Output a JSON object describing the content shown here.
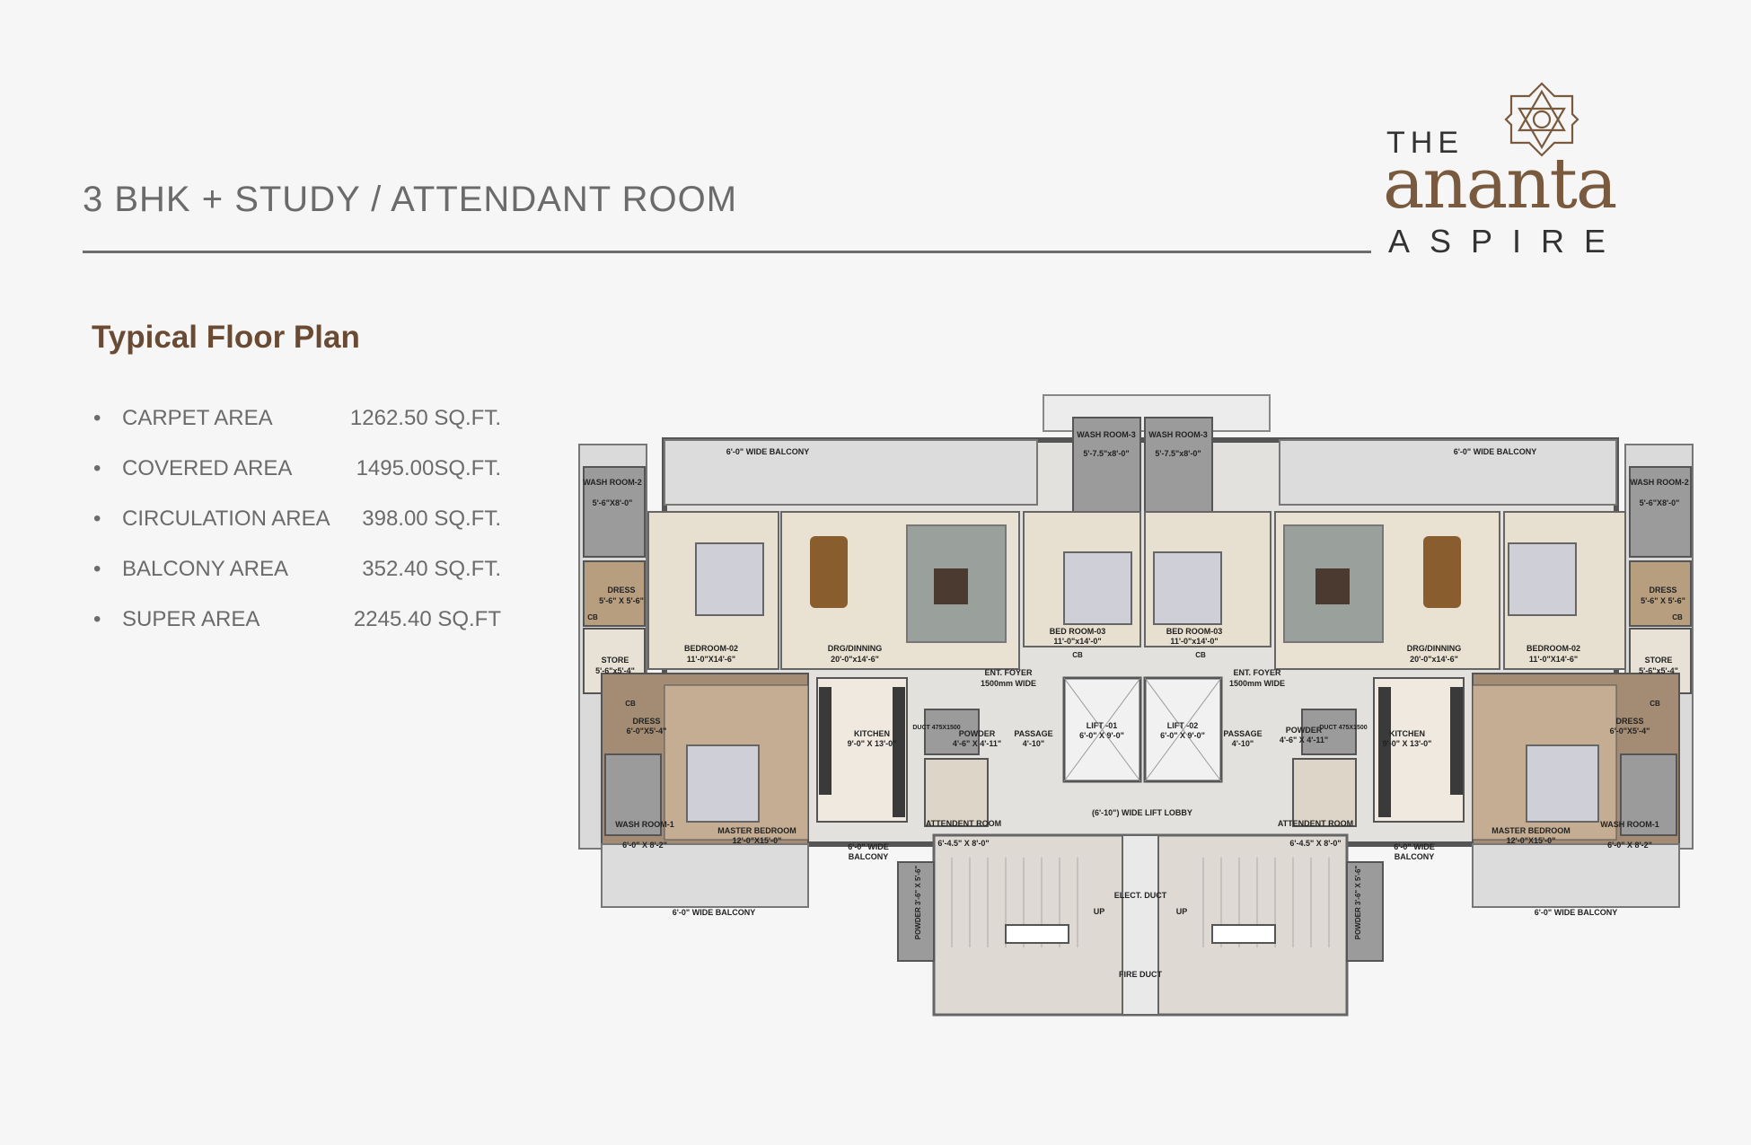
{
  "header": {
    "title": "3 BHK + STUDY / ATTENDANT ROOM"
  },
  "logo": {
    "the": "THE",
    "name": "ananta",
    "tagline": "ASPIRE"
  },
  "section": {
    "subtitle": "Typical Floor Plan"
  },
  "areas": [
    {
      "label": "CARPET AREA",
      "value": "1262.50 SQ.FT."
    },
    {
      "label": "COVERED AREA",
      "value": "1495.00SQ.FT."
    },
    {
      "label": "CIRCULATION AREA",
      "value": "398.00 SQ.FT."
    },
    {
      "label": "BALCONY AREA",
      "value": "352.40 SQ.FT."
    },
    {
      "label": "SUPER AREA",
      "value": "2245.40 SQ.FT"
    }
  ],
  "plan": {
    "balcony_top_left": "6'-0\" WIDE BALCONY",
    "balcony_top_right": "6'-0\" WIDE BALCONY",
    "balcony_bottom_left": "6'-0\" WIDE BALCONY",
    "balcony_bottom_right": "6'-0\" WIDE BALCONY",
    "wash3_left_name": "WASH ROOM-3",
    "wash3_left_size": "5'-7.5\"x8'-0\"",
    "wash3_right_name": "WASH ROOM-3",
    "wash3_right_size": "5'-7.5\"x8'-0\"",
    "wash2_left_name": "WASH ROOM-2",
    "wash2_left_size": "5'-6\"X8'-0\"",
    "wash2_right_name": "WASH ROOM-2",
    "wash2_right_size": "5'-6\"X8'-0\"",
    "dress_left_name": "DRESS",
    "dress_left_size": "5'-6\" X 5'-6\"",
    "dress_right_name": "DRESS",
    "dress_right_size": "5'-6\" X 5'-6\"",
    "store_left_name": "STORE",
    "store_left_size": "5'-6\"x5'-4\"",
    "store_right_name": "STORE",
    "store_right_size": "5'-6\"x5'-4\"",
    "bed2_left_name": "BEDROOM-02",
    "bed2_left_size": "11'-0\"X14'-6\"",
    "bed2_right_name": "BEDROOM-02",
    "bed2_right_size": "11'-0\"X14'-6\"",
    "drg_left_name": "DRG/DINNING",
    "drg_left_size": "20'-0\"x14'-6\"",
    "drg_right_name": "DRG/DINNING",
    "drg_right_size": "20'-0\"x14'-6\"",
    "bed3_left_name": "BED ROOM-03",
    "bed3_left_size": "11'-0\"x14'-0\"",
    "bed3_right_name": "BED ROOM-03",
    "bed3_right_size": "11'-0\"x14'-0\"",
    "foyer_left_name": "ENT. FOYER",
    "foyer_left_size": "1500mm WIDE",
    "foyer_right_name": "ENT. FOYER",
    "foyer_right_size": "1500mm WIDE",
    "dress2_left_name": "DRESS",
    "dress2_left_size": "6'-0\"X5'-4\"",
    "dress2_right_name": "DRESS",
    "dress2_right_size": "6'-0\"X5'-4\"",
    "kitchen_left_name": "KITCHEN",
    "kitchen_left_size": "9'-0\" X 13'-0\"",
    "kitchen_right_name": "KITCHEN",
    "kitchen_right_size": "9'-0\" X 13'-0\"",
    "duct_left": "DUCT 475X1500",
    "duct_right": "DUCT 475X1500",
    "powder_left_name": "POWDER",
    "powder_left_size": "4'-6\" X 4'-11\"",
    "powder_right_name": "POWDER",
    "powder_right_size": "4'-6\" X 4'-11\"",
    "passage_left_name": "PASSAGE",
    "passage_left_size": "4'-10\"",
    "passage_right_name": "PASSAGE",
    "passage_right_size": "4'-10\"",
    "lift1_name": "LIFT -01",
    "lift1_size": "6'-0\" X 9'-0\"",
    "lift2_name": "LIFT -02",
    "lift2_size": "6'-0\" X 9'-0\"",
    "lift_lobby": "(6'-10\") WIDE LIFT LOBBY",
    "wash1_left_name": "WASH ROOM-1",
    "wash1_left_size": "6'-0\" X 8'-2\"",
    "wash1_right_name": "WASH ROOM-1",
    "wash1_right_size": "6'-0\" X 8'-2\"",
    "master_left_name": "MASTER BEDROOM",
    "master_left_size": "12'-0\"X15'-0\"",
    "master_right_name": "MASTER BEDROOM",
    "master_right_size": "12'-0\"X15'-0\"",
    "attendent_left_name": "ATTENDENT ROOM",
    "attendent_left_size": "6'-4.5\" X 8'-0\"",
    "attendent_right_name": "ATTENDENT ROOM",
    "attendent_right_size": "6'-4.5\" X 8'-0\"",
    "small_balcony_left_name": "6'-0\" WIDE",
    "small_balcony_left_sub": "BALCONY",
    "small_balcony_right_name": "6'-0\" WIDE",
    "small_balcony_right_sub": "BALCONY",
    "powder_bottom_left": "POWDER 3'-6\" X 5'-6\"",
    "powder_bottom_right": "POWDER 3'-6\" X 5'-6\"",
    "elect_duct": "ELECT. DUCT",
    "fire_duct": "FIRE DUCT",
    "up_left": "UP",
    "up_right": "UP",
    "cb": "CB"
  }
}
